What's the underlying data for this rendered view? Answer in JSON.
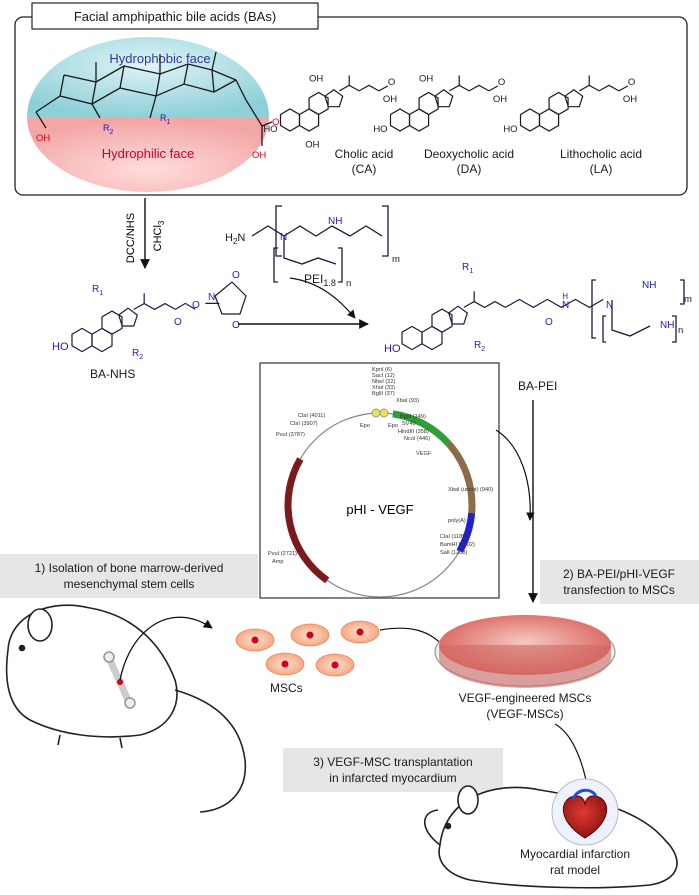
{
  "box_title": "Facial amphipathic bile acids (BAs)",
  "faces": {
    "hydrophobic": "Hydrophobic face",
    "hydrophilic": "Hydrophilic face"
  },
  "acids": [
    {
      "name": "Cholic acid",
      "abbr": "(CA)"
    },
    {
      "name": "Deoxycholic acid",
      "abbr": "(DA)"
    },
    {
      "name": "Lithocholic acid",
      "abbr": "(LA)"
    }
  ],
  "reagents": {
    "coupling": "DCC/NHS",
    "solvent": "CHCl",
    "solvent_sub": "3"
  },
  "pei": {
    "label": "PEI",
    "sub": "1.8",
    "n": "n",
    "m": "m"
  },
  "products": {
    "ba_nhs": "BA-NHS",
    "ba_pei": "BA-PEI"
  },
  "atoms": {
    "OH": "OH",
    "HO": "HO",
    "O": "O",
    "N": "N",
    "H": "H",
    "NH": "NH",
    "H2N": "H",
    "two": "2",
    "R1": "R",
    "R2": "R",
    "one": "1",
    "HN": "H",
    "NH_label": "N"
  },
  "plasmid": {
    "name": "pHI - VEGF",
    "sites": [
      "KpnI (6)",
      "SacI (12)",
      "NheI (22)",
      "XhoI (33)",
      "BglII (37)",
      "XbaI (93)",
      "BglII (149)",
      "SV40",
      "HindIII (358)",
      "NcoI (446)",
      "VEGF",
      "XbaI (uncut) (940)",
      "poly(A)",
      "ClaI (1185)",
      "BamHI (1202)",
      "SalI (1208)",
      "PvuI (2721)",
      "Amp",
      "PvuI (3787)",
      "ClaI (3907)",
      "ClaI (4011)",
      "Epo",
      "Epo"
    ]
  },
  "steps": {
    "s1": [
      "1) Isolation of bone marrow-derived",
      "mesenchymal stem cells"
    ],
    "s2": [
      "2) BA-PEI/pHI-VEGF",
      "transfection to MSCs"
    ],
    "s3": [
      "3) VEGF-MSC transplantation",
      "in infarcted myocardium"
    ]
  },
  "labels": {
    "mscs": "MSCs",
    "vegf_mscs": [
      "VEGF-engineered MSCs",
      "(VEGF-MSCs)"
    ],
    "rat": [
      "Myocardial infarction",
      "rat model"
    ]
  }
}
